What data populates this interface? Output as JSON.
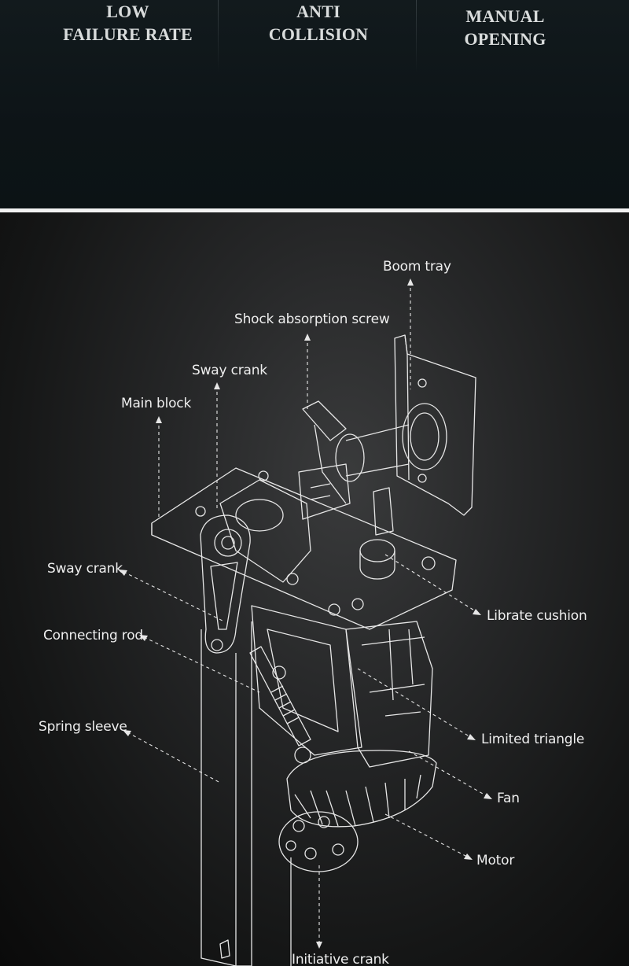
{
  "features": [
    {
      "line1": "LOW",
      "line2": "FAILURE RATE"
    },
    {
      "line1": "ANTI",
      "line2": "COLLISION"
    },
    {
      "line1": "MANUAL",
      "line2": "OPENING"
    }
  ],
  "labels": {
    "boom_tray": "Boom tray",
    "shock_absorption_screw": "Shock absorption screw",
    "sway_crank_top": "Sway crank",
    "main_block": "Main block",
    "sway_crank_left": "Sway crank",
    "connecting_rod": "Connecting rod",
    "spring_sleeve": "Spring sleeve",
    "librate_cushion": "Librate cushion",
    "limited_triangle": "Limited triangle",
    "fan": "Fan",
    "motor": "Motor",
    "initiative_crank": "Initiative crank"
  },
  "colors": {
    "top_background": "#0d1417",
    "separator": "#f2f2f2",
    "diagram_background": "#262728",
    "line_art": "#e8e8e8",
    "label_text": "#eeeeee"
  }
}
